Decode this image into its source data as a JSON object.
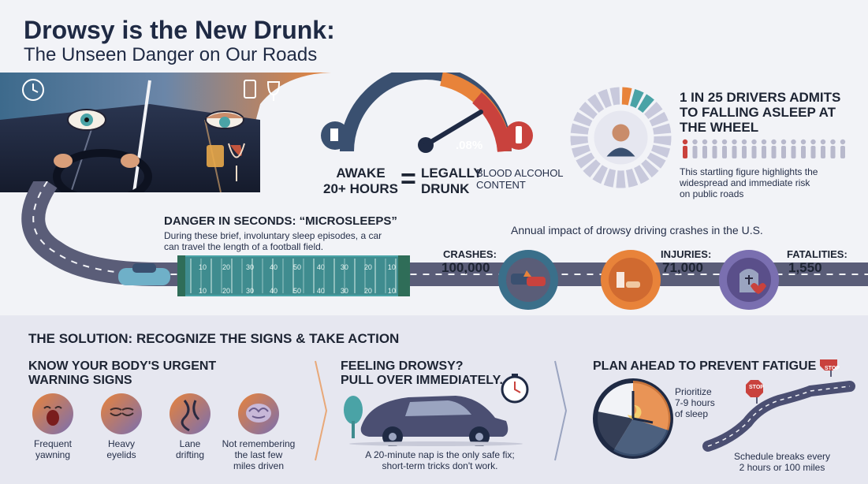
{
  "header": {
    "title": "Drowsy is the New Drunk:",
    "subtitle": "The Unseen Danger on Our Roads"
  },
  "equivalence": {
    "left_line1": "AWAKE",
    "left_line2": "20+ HOURS",
    "equals": "=",
    "right_line1": "LEGALLY",
    "right_line2": "DRUNK",
    "bac_line1": "BLOOD ALCOHOL",
    "bac_line2": "CONTENT",
    "gauge_reading": ".08%"
  },
  "admission": {
    "headline_line1": "1 IN 25 DRIVERS ADMITS",
    "headline_line2": "TO FALLING ASLEEP AT",
    "headline_line3": "THE WHEEL",
    "body_line1": "This startling figure highlights the",
    "body_line2": "widespread and immediate risk",
    "body_line3": "on public roads",
    "highlighted_count": 1,
    "total_count": 25
  },
  "microsleeps": {
    "heading": "DANGER IN SECONDS: “MICROSLEEPS”",
    "body_line1": "During these brief, involuntary sleep episodes, a car",
    "body_line2": "can travel the length of a football field.",
    "field_top": [
      "10",
      "20",
      "30",
      "40",
      "50",
      "40",
      "30",
      "20",
      "10"
    ],
    "field_bottom": [
      "10",
      "20",
      "30",
      "40",
      "50",
      "40",
      "30",
      "20",
      "10"
    ]
  },
  "impact": {
    "heading": "Annual impact of drowsy driving crashes in the U.S.",
    "crashes_label": "CRASHES:",
    "crashes_value": "100,000",
    "injuries_label": "INJURIES:",
    "injuries_value": "71,000",
    "fatalities_label": "FATALITIES:",
    "fatalities_value": "1,550"
  },
  "solution": {
    "heading": "THE SOLUTION: RECOGNIZE THE SIGNS & TAKE ACTION",
    "signs_heading_line1": "KNOW YOUR BODY'S URGENT",
    "signs_heading_line2": "WARNING SIGNS",
    "signs": [
      {
        "line1": "Frequent",
        "line2": "yawning",
        "line3": ""
      },
      {
        "line1": "Heavy",
        "line2": "eyelids",
        "line3": ""
      },
      {
        "line1": "Lane",
        "line2": "drifting",
        "line3": ""
      },
      {
        "line1": "Not remembering",
        "line2": "the last few",
        "line3": "miles driven"
      }
    ],
    "pullover_heading_line1": "FEELING DROWSY?",
    "pullover_heading_line2": "PULL OVER IMMEDIATELY.",
    "pullover_line1": "A 20-minute nap is the only safe fix;",
    "pullover_line2": "short-term tricks don't work.",
    "plan_heading": "PLAN AHEAD TO PREVENT FATIGUE",
    "sleep_line1": "Prioritize",
    "sleep_line2": "7-9 hours",
    "sleep_line3": "of sleep",
    "breaks_line1": "Schedule breaks every",
    "breaks_line2": "2 hours or 100 miles",
    "stop_sign": "STOP"
  },
  "colors": {
    "navy": "#1f2a44",
    "teal": "#4aa3a6",
    "orange": "#e8833a",
    "red": "#c9423d",
    "road": "#5a5d78",
    "purple": "#7a6fb0"
  }
}
